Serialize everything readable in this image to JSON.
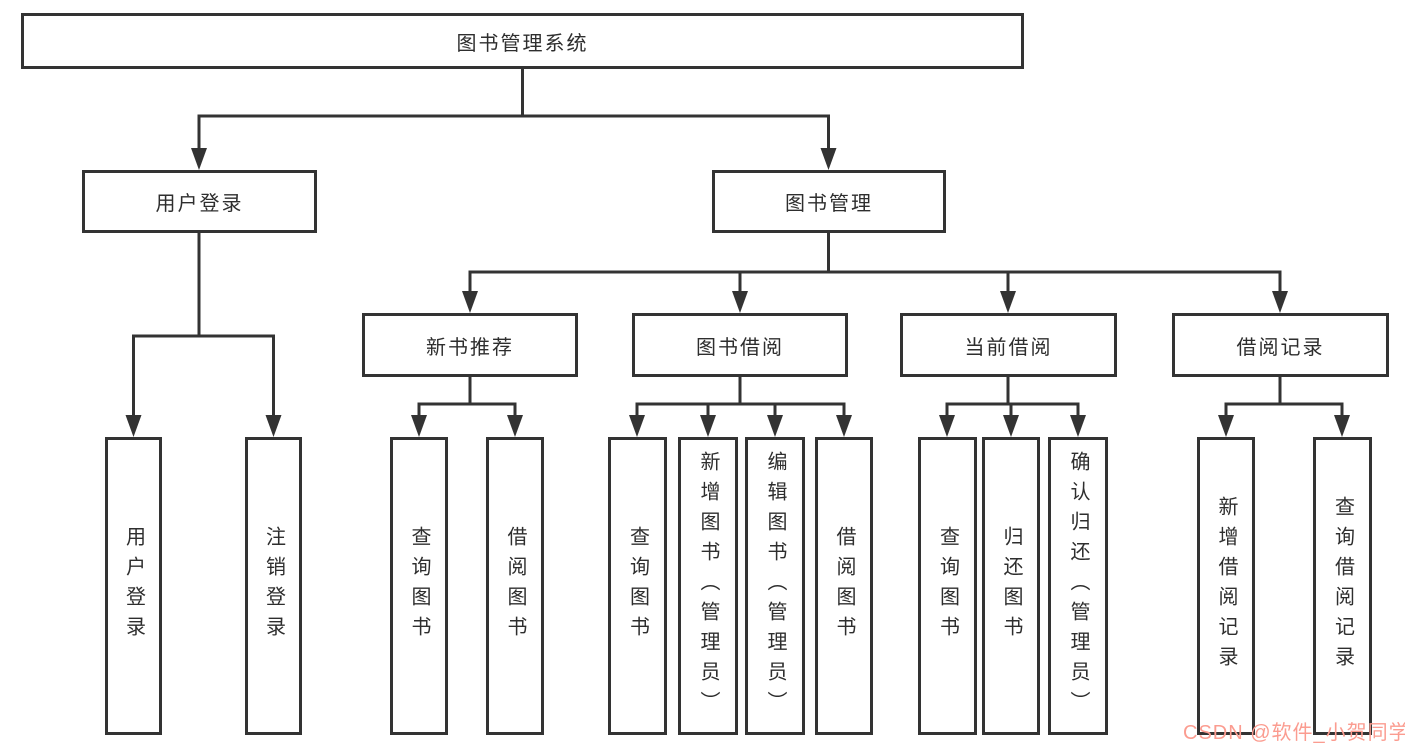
{
  "tree": {
    "root": {
      "label": "图书管理系统"
    },
    "branches": [
      {
        "label": "用户登录",
        "children": [
          {
            "label": "用户登录"
          },
          {
            "label": "注销登录"
          }
        ]
      },
      {
        "label": "图书管理",
        "children": [
          {
            "label": "新书推荐",
            "children": [
              {
                "label": "查询图书"
              },
              {
                "label": "借阅图书"
              }
            ]
          },
          {
            "label": "图书借阅",
            "children": [
              {
                "label": "查询图书"
              },
              {
                "label": "新增图书（管理员）"
              },
              {
                "label": "编辑图书（管理员）"
              },
              {
                "label": "借阅图书"
              }
            ]
          },
          {
            "label": "当前借阅",
            "children": [
              {
                "label": "查询图书"
              },
              {
                "label": "归还图书"
              },
              {
                "label": "确认归还（管理员）"
              }
            ]
          },
          {
            "label": "借阅记录",
            "children": [
              {
                "label": "新增借阅记录"
              },
              {
                "label": "查询借阅记录"
              }
            ]
          }
        ]
      }
    ]
  },
  "watermark": {
    "text": "CSDN @软件_小贺同学"
  },
  "colors": {
    "line": "#333333",
    "box_border": "#333333",
    "text": "#2e2e2e",
    "background": "#ffffff",
    "watermark": "#fb9c90"
  }
}
